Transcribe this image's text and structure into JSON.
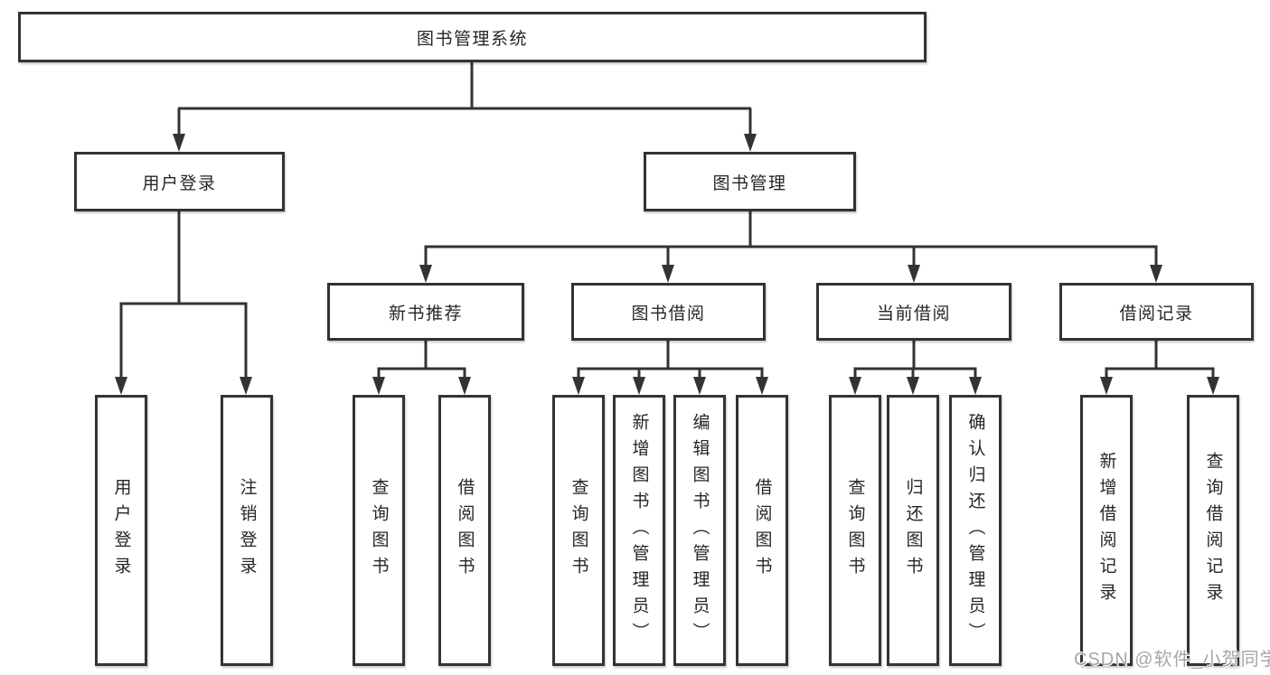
{
  "diagram": {
    "root": {
      "label": "图书管理系统"
    },
    "level2": [
      {
        "label": "用户登录",
        "children": [
          {
            "label": "用户登录"
          },
          {
            "label": "注销登录"
          }
        ]
      },
      {
        "label": "图书管理",
        "children": [
          {
            "label": "新书推荐",
            "children": [
              {
                "label": "查询图书"
              },
              {
                "label": "借阅图书"
              }
            ]
          },
          {
            "label": "图书借阅",
            "children": [
              {
                "label": "查询图书"
              },
              {
                "label": "新增图书（管理员）"
              },
              {
                "label": "编辑图书（管理员）"
              },
              {
                "label": "借阅图书"
              }
            ]
          },
          {
            "label": "当前借阅",
            "children": [
              {
                "label": "查询图书"
              },
              {
                "label": "归还图书"
              },
              {
                "label": "确认归还（管理员）"
              }
            ]
          },
          {
            "label": "借阅记录",
            "children": [
              {
                "label": "新增借阅记录"
              },
              {
                "label": "查询借阅记录"
              }
            ]
          }
        ]
      }
    ]
  },
  "watermark": {
    "text": "CSDN @软件_小贺同学"
  },
  "colors": {
    "line": "#333333",
    "text": "#262626",
    "background": "#ffffff",
    "watermark": "#9e9e9e"
  }
}
